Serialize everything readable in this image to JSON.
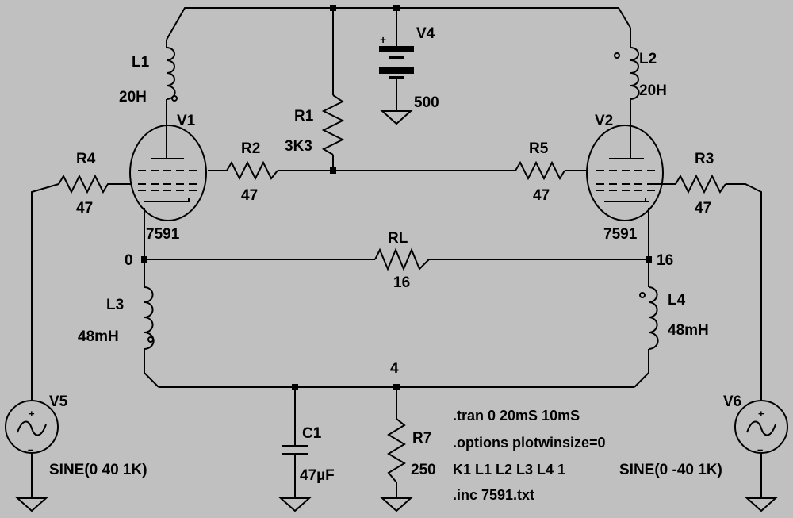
{
  "components": {
    "L1": {
      "name": "L1",
      "value": "20H"
    },
    "L2": {
      "name": "L2",
      "value": "20H"
    },
    "L3": {
      "name": "L3",
      "value": "48mH"
    },
    "L4": {
      "name": "L4",
      "value": "48mH"
    },
    "R1": {
      "name": "R1",
      "value": "3K3"
    },
    "R2": {
      "name": "R2",
      "value": "47"
    },
    "R3": {
      "name": "R3",
      "value": "47"
    },
    "R4": {
      "name": "R4",
      "value": "47"
    },
    "R5": {
      "name": "R5",
      "value": "47"
    },
    "R7": {
      "name": "R7",
      "value": "250"
    },
    "RL": {
      "name": "RL",
      "value": "16"
    },
    "C1": {
      "name": "C1",
      "value": "47µF"
    },
    "V1": {
      "name": "V1",
      "value": "7591"
    },
    "V2": {
      "name": "V2",
      "value": "7591"
    },
    "V4": {
      "name": "V4",
      "value": "500"
    },
    "V5": {
      "name": "V5",
      "value": "SINE(0 40 1K)"
    },
    "V6": {
      "name": "V6",
      "value": "SINE(0 -40 1K)"
    }
  },
  "nets": {
    "n0": "0",
    "n16": "16",
    "n4": "4"
  },
  "polarity": {
    "plus": "+",
    "minus": "–"
  },
  "directives": [
    ".tran 0 20mS 10mS",
    ".options plotwinsize=0",
    "K1 L1 L2 L3 L4 1",
    ".inc 7591.txt"
  ]
}
